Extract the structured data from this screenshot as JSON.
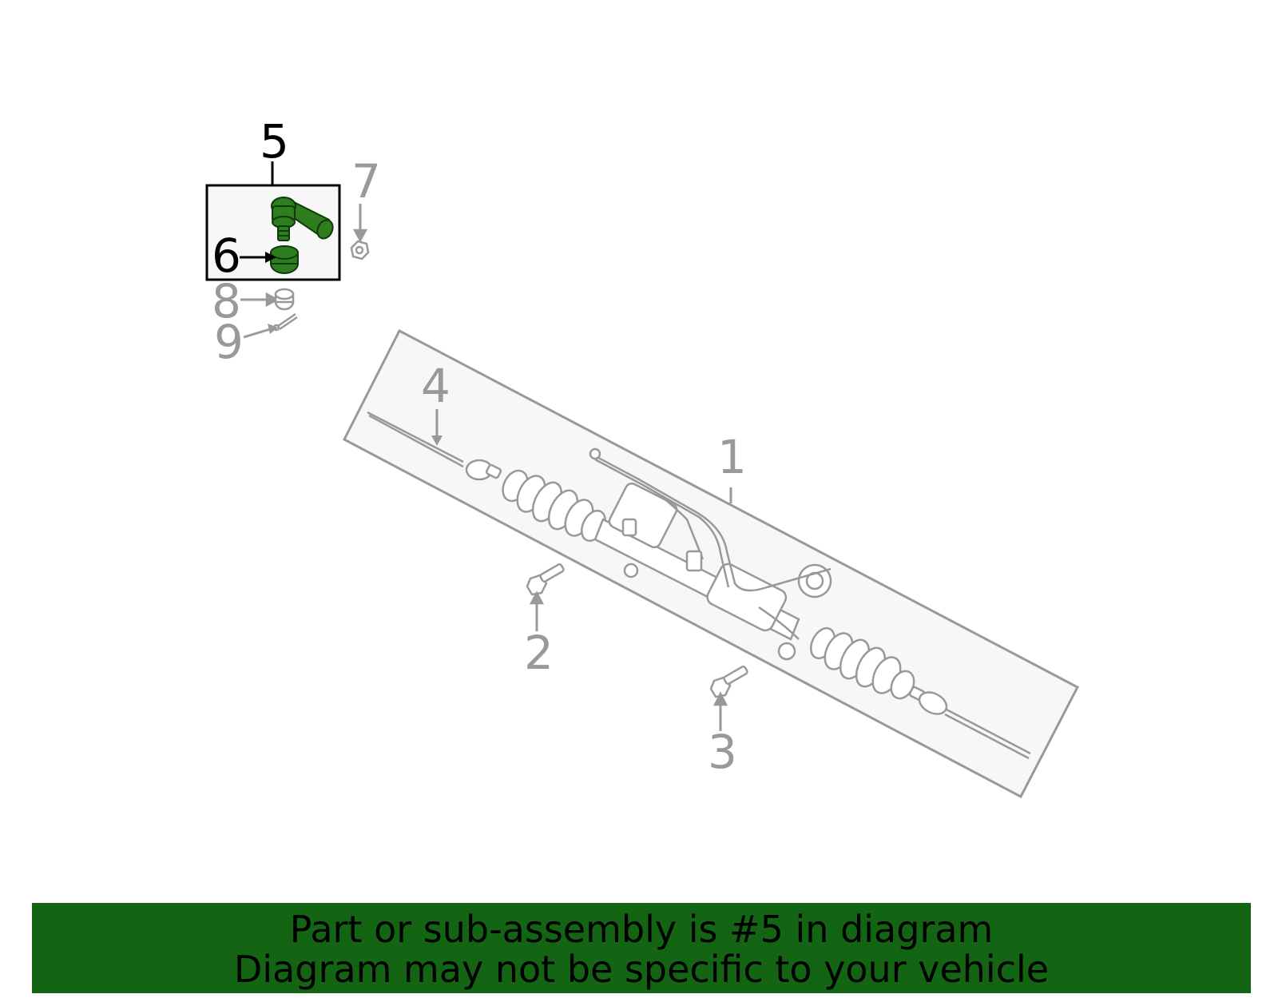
{
  "diagram": {
    "highlighted_part": "5",
    "callouts": [
      {
        "id": "1",
        "label": "1",
        "highlighted": false
      },
      {
        "id": "2",
        "label": "2",
        "highlighted": false
      },
      {
        "id": "3",
        "label": "3",
        "highlighted": false
      },
      {
        "id": "4",
        "label": "4",
        "highlighted": false
      },
      {
        "id": "5",
        "label": "5",
        "highlighted": true
      },
      {
        "id": "6",
        "label": "6",
        "highlighted": true
      },
      {
        "id": "7",
        "label": "7",
        "highlighted": false
      },
      {
        "id": "8",
        "label": "8",
        "highlighted": false
      },
      {
        "id": "9",
        "label": "9",
        "highlighted": false
      }
    ],
    "colors": {
      "highlight_part": "#2e7d1e",
      "dim_linework": "#999999",
      "panel_fill": "#f7f7f7",
      "banner_bg": "#136413"
    }
  },
  "banner": {
    "line1": "Part or sub-assembly is #5 in diagram",
    "line2": "Diagram may not be specific to your vehicle"
  }
}
